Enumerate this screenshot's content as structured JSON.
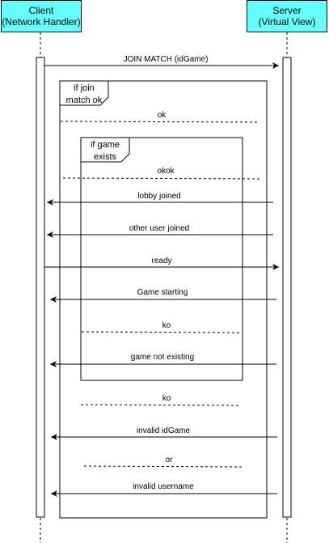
{
  "actors": {
    "client": {
      "line1": "Client",
      "line2": "(Network Handler)"
    },
    "server": {
      "line1": "Server",
      "line2": "(Virtual View)"
    }
  },
  "frames": {
    "join": {
      "line1": "if  join",
      "line2": "match ok"
    },
    "game": {
      "line1": "if game",
      "line2": "exists"
    }
  },
  "messages": {
    "join_match": "JOIN MATCH (idGame)",
    "ok": "ok",
    "okok": "okok",
    "lobby_joined": "lobby joined",
    "other_user_joined": "other user joined",
    "ready": "ready",
    "game_starting": "Game starting",
    "ko_inner": "ko",
    "game_not_existing": "game not existing",
    "ko_outer": "ko",
    "invalid_idgame": "invalid idGame",
    "or": "or",
    "invalid_username": "invalid username"
  },
  "colors": {
    "actor_fill": "#66ffff",
    "line": "#000000"
  }
}
